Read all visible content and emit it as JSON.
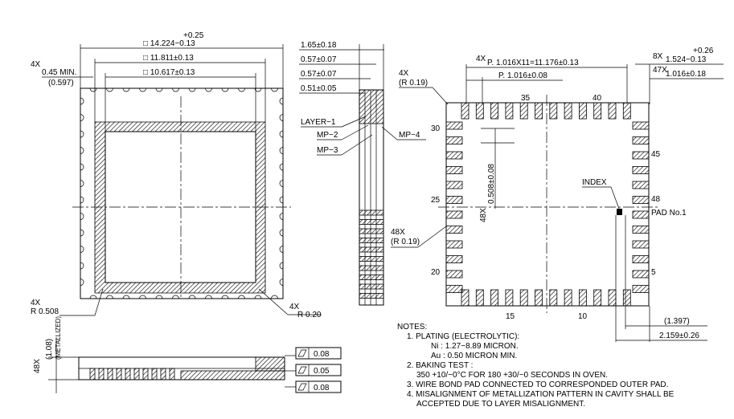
{
  "top_view": {
    "dim_overall": "□ 14.224−0.13",
    "dim_overall_tol": "+0.25",
    "dim_mid": "□ 11.811±0.13",
    "dim_inner": "□ 10.617±0.13",
    "castellation_count": "4X",
    "castellation_min": "0.45  MIN.",
    "castellation_ref": "(0.597)",
    "corner_radius_count": "4X",
    "corner_radius_left": "R  0.508",
    "corner_radius_right_count": "4X",
    "corner_radius_right": "R  0.20"
  },
  "side_view": {
    "dim_total": "1.65±0.18",
    "dim_layer_a": "0.57±0.07",
    "dim_layer_b": "0.57±0.07",
    "dim_layer_c": "0.51±0.05",
    "layer1": "LAYER−1",
    "mp2": "MP−2",
    "mp3": "MP−3",
    "mp4": "MP−4"
  },
  "bottom_view": {
    "pitch_count": "4X",
    "pitch_total": "P.  1.016X11=11.176±0.13",
    "pitch_single": "P.  1.016±0.08",
    "corner_r_count": "4X",
    "corner_r": "(R  0.19)",
    "pad_r_count": "48X",
    "pad_r": "(R  0.19)",
    "pad_width_count": "8X",
    "pad_width": "1.524−0.13",
    "pad_width_tol": "+0.26",
    "pad_len_count": "47X",
    "pad_len": "1.016±0.18",
    "pad_pitch_count": "48X",
    "pad_pitch": "0.508±0.08",
    "index_label": "INDEX",
    "pad_no1": "PAD  No.1",
    "pin_labels": [
      "35",
      "40",
      "30",
      "45",
      "25",
      "48",
      "20",
      "5",
      "15",
      "10"
    ],
    "dim_ref": "(1.397)",
    "dim_bottom": "2.159±0.26"
  },
  "section_view": {
    "count": "48X",
    "thickness": "(1.08)",
    "metallized": "(METALLIZED)",
    "flatness_a": "0.08",
    "flatness_b": "0.05",
    "flatness_c": "0.08"
  },
  "notes": {
    "title": "NOTES:",
    "n1": "1.  PLATING  (ELECTROLYTIC):",
    "n1a": "Ni  :  1.27~8.89  MICRON.",
    "n1b": "Au  :  0.50  MICRON  MIN.",
    "n2": "2.  BAKING  TEST :",
    "n2a": "350  +10/−0°C  FOR  180  +30/−0  SECONDS  IN  OVEN.",
    "n3": "3.  WIRE  BOND  PAD  CONNECTED  TO  CORRESPONDED  OUTER  PAD.",
    "n4": "4.  MISALIGNMENT  OF  METALLIZATION  PATTERN  IN  CAVITY  SHALL  BE",
    "n4a": "ACCEPTED  DUE  TO  LAYER  MISALIGNMENT."
  }
}
